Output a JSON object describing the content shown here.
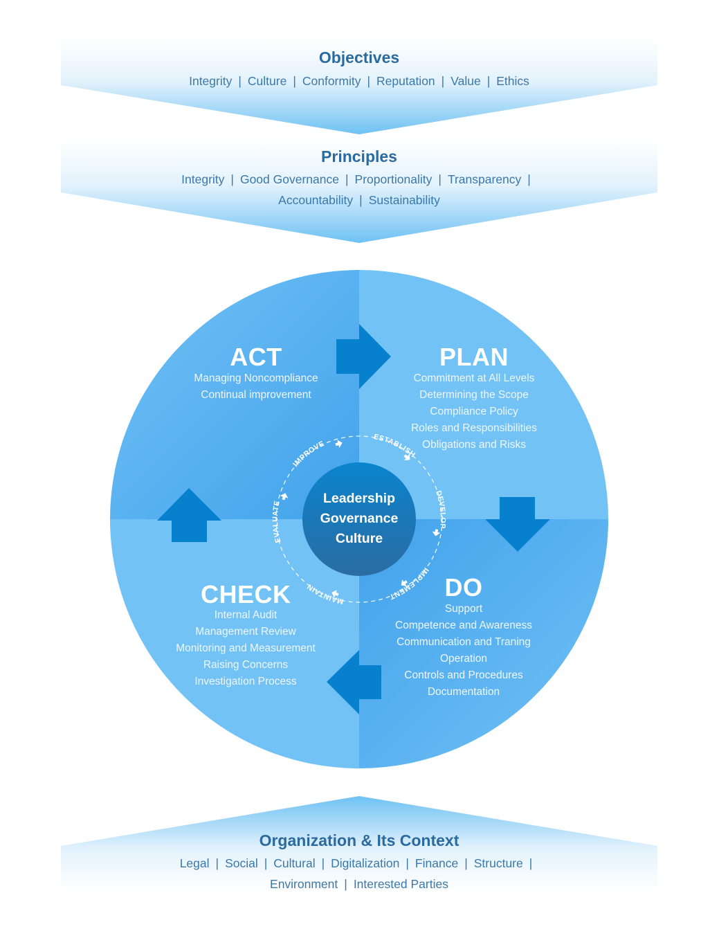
{
  "objectives": {
    "title": "Objectives",
    "items": [
      "Integrity",
      "Culture",
      "Conformity",
      "Reputation",
      "Value",
      "Ethics"
    ]
  },
  "principles": {
    "title": "Principles",
    "line1": [
      "Integrity",
      "Good Governance",
      "Proportionality",
      "Transparency"
    ],
    "line2": [
      "Accountability",
      "Sustainability"
    ]
  },
  "cycle": {
    "act": {
      "title": "ACT",
      "items": [
        "Managing Noncompliance",
        "Continual improvement"
      ]
    },
    "plan": {
      "title": "PLAN",
      "items": [
        "Commitment at All Levels",
        "Determining the Scope",
        "Compliance Policy",
        "Roles and Responsibilities",
        "Obligations and Risks"
      ]
    },
    "do": {
      "title": "DO",
      "items": [
        "Support",
        "Competence and Awareness",
        "Communication and Traning",
        "Operation",
        "Controls and Procedures",
        "Documentation"
      ]
    },
    "check": {
      "title": "CHECK",
      "items": [
        "Internal Audit",
        "Management Review",
        "Monitoring and Measurement",
        "Raising Concerns",
        "Investigation Process"
      ]
    },
    "center": {
      "lines": [
        "Leadership",
        "Governance",
        "Culture"
      ]
    },
    "ring_steps": [
      "ESTABLISH",
      "DEVELOP",
      "IMPLEMENT",
      "MAINTAIN",
      "EVALUATE",
      "IMPROVE"
    ]
  },
  "context": {
    "title": "Organization & Its Context",
    "line1": [
      "Legal",
      "Social",
      "Cultural",
      "Digitalization",
      "Finance",
      "Structure"
    ],
    "line2": [
      "Environment",
      "Interested Parties"
    ]
  },
  "colors": {
    "band_top": "#ffffff",
    "band_bottom": "#6ec1f4",
    "title_text": "#2c6a9e",
    "quadrant_light": "#72c2f5",
    "quadrant_mid": "#4aa6ec",
    "arrow": "#0781cd",
    "center_top": "#0a83cc",
    "center_bottom": "#2a6da5"
  }
}
